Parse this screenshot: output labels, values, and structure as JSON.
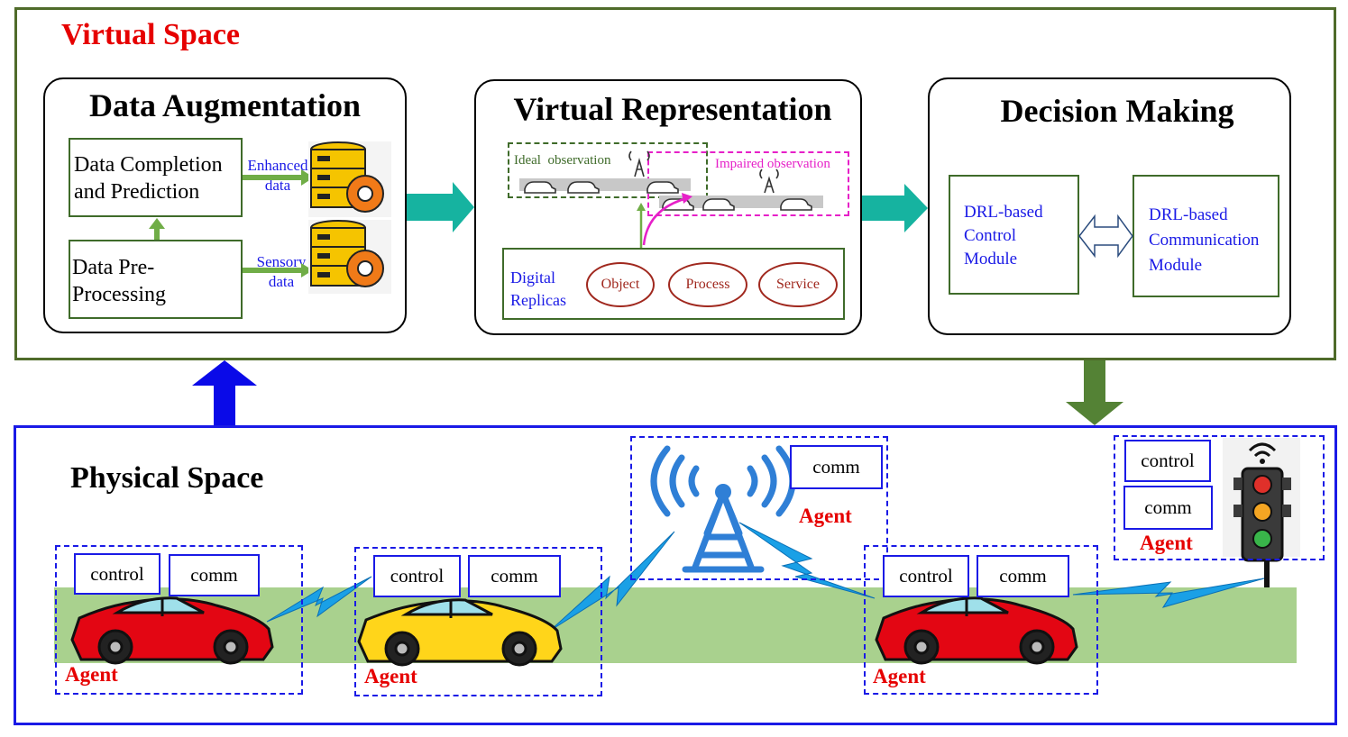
{
  "virtual_space": {
    "title": "Virtual Space",
    "data_augmentation": {
      "title": "Data Augmentation",
      "completion_box": "Data Completion and Prediction",
      "preprocessing_box": "Data Pre-Processing",
      "enhanced_label": "Enhanced data",
      "sensory_label": "Sensory data"
    },
    "virtual_representation": {
      "title": "Virtual Representation",
      "ideal_label": "Ideal  observation",
      "impaired_label": "Impaired observation",
      "replicas_label": "Digital Replicas",
      "replicas": [
        "Object",
        "Process",
        "Service"
      ]
    },
    "decision_making": {
      "title": "Decision Making",
      "control_module": "DRL-based Control Module",
      "comm_module": "DRL-based Communication Module"
    }
  },
  "physical_space": {
    "title": "Physical Space",
    "control_label": "control",
    "comm_label": "comm",
    "agent_label": "Agent"
  },
  "colors": {
    "virtual_border": "#4f6b2a",
    "physical_border": "#1a1ae6",
    "agent_red": "#e60000",
    "teal_arrow": "#16b3a0",
    "road_green": "#a9d18e"
  }
}
